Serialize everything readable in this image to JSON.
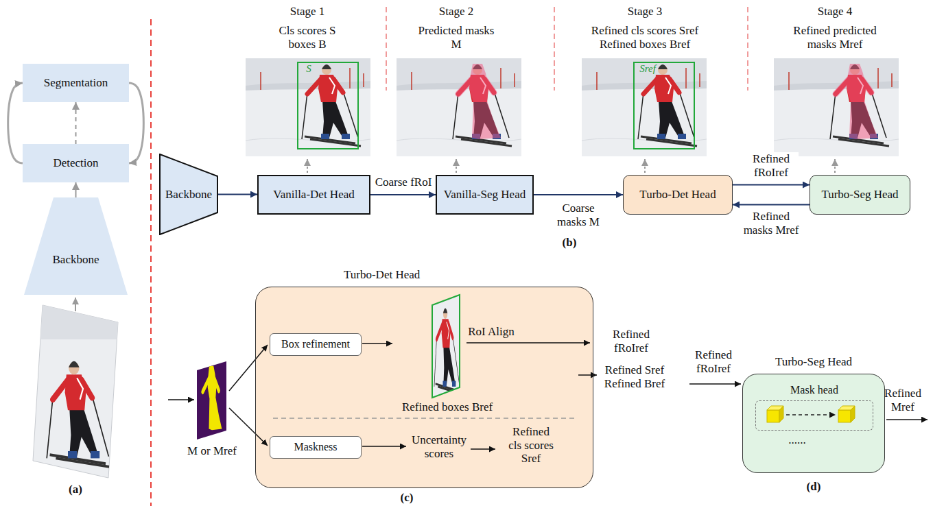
{
  "diagram": {
    "nodes": [
      {
        "text": [
          "Segmentation"
        ]
      },
      {
        "text": [
          "Detection"
        ]
      },
      {
        "text": [
          "Backbone"
        ]
      },
      {
        "text": [
          "Backbone"
        ]
      },
      {
        "text": [
          "Vanilla-Det Head"
        ]
      },
      {
        "text": [
          "Vanilla-Seg Head"
        ]
      },
      {
        "text": [
          "Turbo-Det Head"
        ]
      },
      {
        "text": [
          "Turbo-Seg Head"
        ]
      },
      {
        "text": [
          "Turbo-Det Head"
        ]
      },
      {
        "text": [
          "Box refinement"
        ],
        "in": 8
      },
      {
        "text": [
          "Maskness"
        ],
        "in": 8
      },
      {
        "text": [
          "Turbo-Seg Head"
        ]
      },
      {
        "text": [
          "Mask head"
        ],
        "in": 11
      }
    ],
    "edges": [
      {
        "from": 2,
        "to": 1,
        "arrow": "to"
      },
      {
        "from": 1,
        "to": 0,
        "arrow": "to"
      },
      {
        "from": 1,
        "to": 0,
        "arrow": "to"
      },
      {
        "from": 0,
        "to": 1,
        "arrow": "to"
      },
      {
        "from": 3,
        "to": 4,
        "arrow": "to"
      },
      {
        "from": 4,
        "to": 5,
        "arrow": "to",
        "label": "Coarse fRoI"
      },
      {
        "from": 5,
        "to": 6,
        "arrow": "to",
        "label": "Coarse masks M"
      },
      {
        "from": 6,
        "to": 7,
        "arrow": "to",
        "label": "Refined fRoIref"
      },
      {
        "from": 7,
        "to": 6,
        "arrow": "to",
        "label": "Refined masks Mref"
      }
    ],
    "labels": [
      "(a)",
      "Stage 1",
      "Stage 2",
      "Stage 3",
      "Stage 4",
      "Cls scores S boxes B",
      "S",
      "Predicted masks M",
      "Refined cls scores Sref Refined boxes Bref",
      "Sref",
      "Refined predicted masks Mref",
      "(b)",
      "M or Mref",
      "RoI Align",
      "Refined fRoIref",
      "Refined boxes Bref",
      "Refined Sref Refined Bref",
      "Uncertainty scores",
      "Refined cls scores Sref",
      "(c)",
      "Refined fRoIref",
      "......",
      "Refined Mref",
      "(d)"
    ]
  }
}
